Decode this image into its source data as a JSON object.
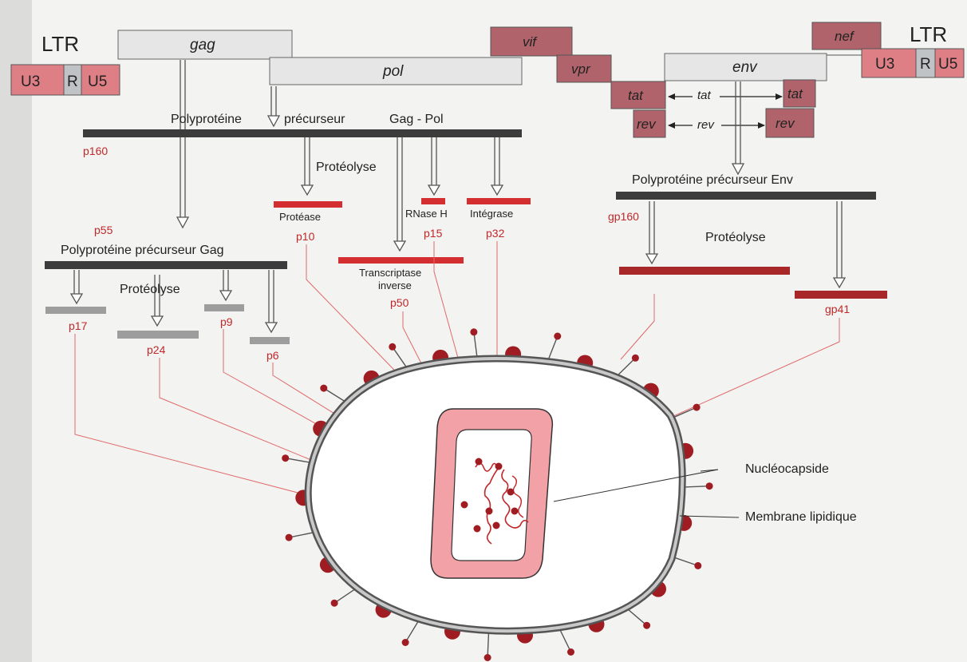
{
  "genome": {
    "ltr_left": "LTR",
    "ltr_right": "LTR",
    "u3": "U3",
    "r": "R",
    "u5": "U5",
    "gag": "gag",
    "pol": "pol",
    "vif": "vif",
    "vpr": "vpr",
    "tat": "tat",
    "rev": "rev",
    "env": "env",
    "nef": "nef"
  },
  "gagpol": {
    "title_part1": "Polyprotéine",
    "title_part2": "précurseur",
    "title_part3": "Gag - Pol",
    "size": "p160",
    "proteolysis": "Protéolyse",
    "products": {
      "protease": "Protéase",
      "protease_size": "p10",
      "rnase": "RNase H",
      "rnase_size": "p15",
      "integrase": "Intégrase",
      "integrase_size": "p32",
      "rt_line1": "Transcriptase",
      "rt_line2": "inverse",
      "rt_size": "p50"
    }
  },
  "gag_precursor": {
    "title": "Polyprotéine précurseur Gag",
    "size": "p55",
    "proteolysis": "Protéolyse",
    "products": {
      "p17": "p17",
      "p24": "p24",
      "p9": "p9",
      "p6": "p6"
    }
  },
  "env_precursor": {
    "title": "Polyprotéine précurseur Env",
    "size": "gp160",
    "proteolysis": "Protéolyse",
    "products": {
      "gp41": "gp41"
    }
  },
  "virion": {
    "nucleocapsid": "Nucléocapside",
    "membrane": "Membrane lipidique"
  },
  "colors": {
    "gene_box": "#b0636a",
    "ltr_box": "#de7f86",
    "gray_box": "#e6e6e6",
    "precursor_bar": "#3c3c3c",
    "product_red": "#d42e30",
    "product_dark": "#a8282a",
    "product_gray": "#9d9d9d",
    "link_line": "#e06a6a",
    "capsid": "#f2a2a6",
    "spike": "#9e1c22",
    "membrane": "#8e8e8e"
  }
}
